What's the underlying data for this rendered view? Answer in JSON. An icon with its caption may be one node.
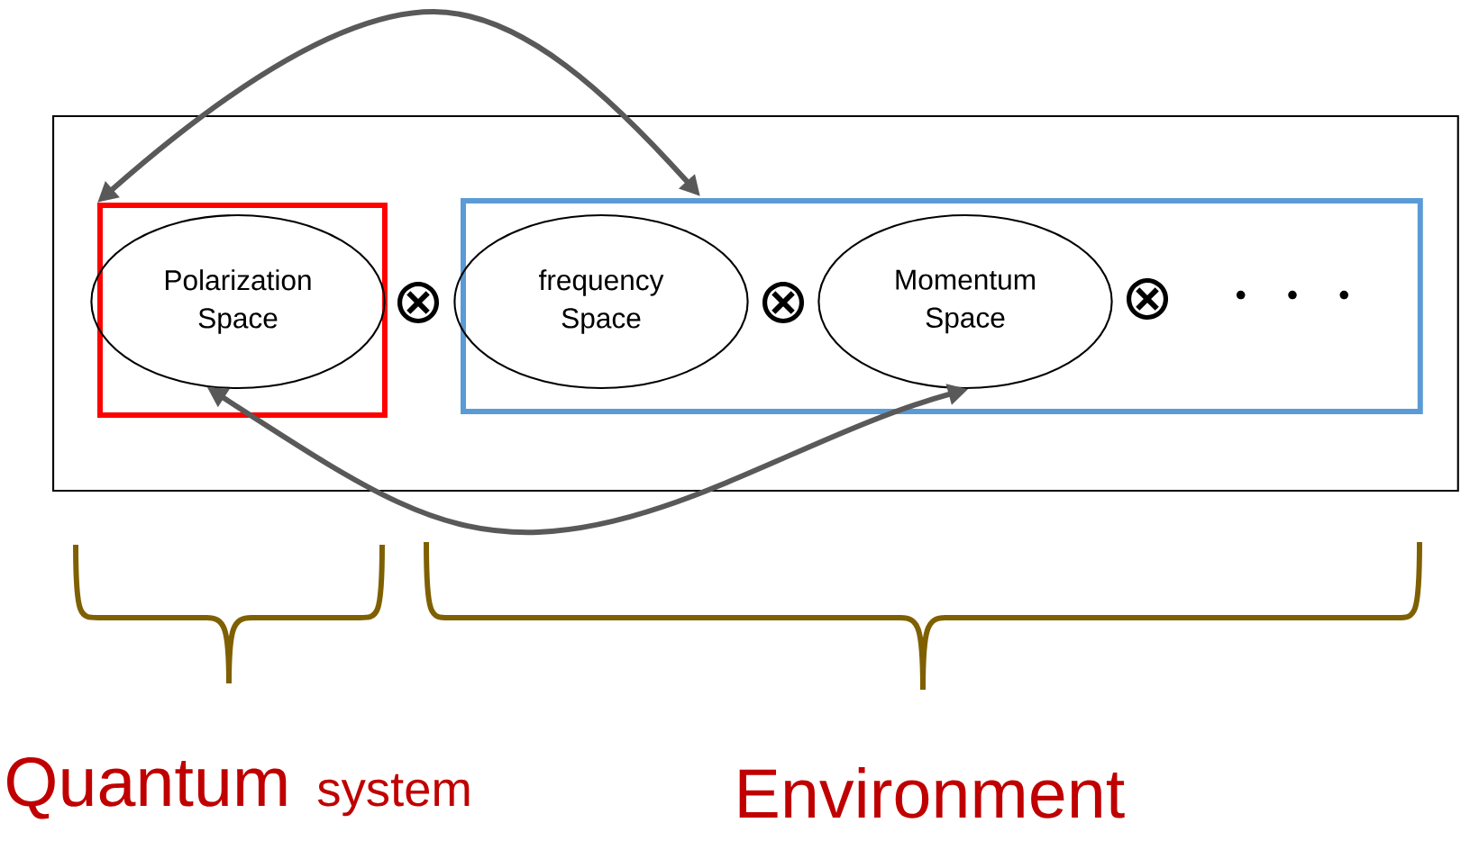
{
  "diagram": {
    "nodes": [
      {
        "text": [],
        "shape": "box"
      },
      {
        "text": [],
        "shape": "box",
        "in": 0
      },
      {
        "text": [
          "Polarization Space"
        ],
        "in": 1
      },
      {
        "text": [],
        "shape": "box",
        "in": 0
      },
      {
        "text": [
          "frequency Space"
        ],
        "in": 3
      },
      {
        "text": [
          "Momentum Space"
        ],
        "in": 3
      }
    ],
    "edges": [
      {
        "from": 1,
        "to": 3,
        "arrow": "both"
      },
      {
        "from": 2,
        "to": 5,
        "arrow": "both"
      }
    ],
    "labels": [
      "⊗",
      "⊗",
      "⊗",
      "• • •",
      "Quantum",
      "system",
      "Environment"
    ]
  }
}
